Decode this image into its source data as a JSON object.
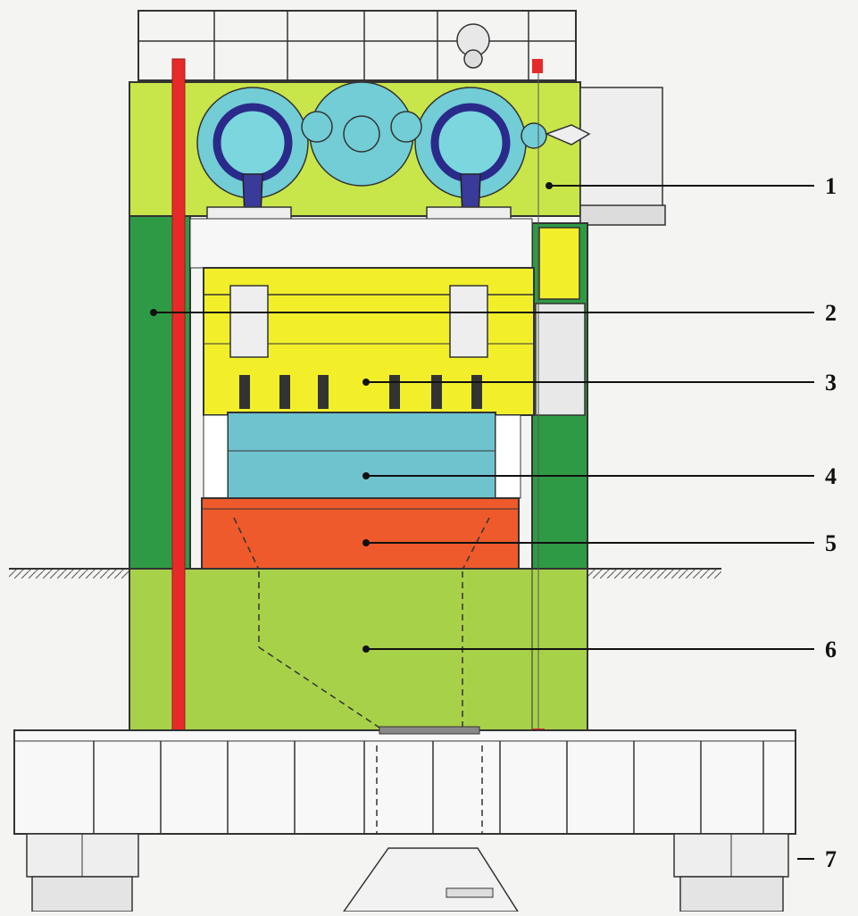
{
  "colors": {
    "crown": "#c8e64a",
    "frame": "#2f9a45",
    "slide": "#f2ef2a",
    "die": "#6fc3cf",
    "bolster": "#ee5a2b",
    "bed": "#a8d14a",
    "tie_rod": "#e62a2a",
    "gear": "#72cdd6",
    "conrod": "#2a2a8a",
    "lines": "#222222"
  },
  "callouts": [
    {
      "label": "1",
      "part": "crown"
    },
    {
      "label": "2",
      "part": "frame"
    },
    {
      "label": "3",
      "part": "slide"
    },
    {
      "label": "4",
      "part": "die"
    },
    {
      "label": "5",
      "part": "bolster"
    },
    {
      "label": "6",
      "part": "bed"
    },
    {
      "label": "7",
      "part": "foundation-support"
    }
  ]
}
